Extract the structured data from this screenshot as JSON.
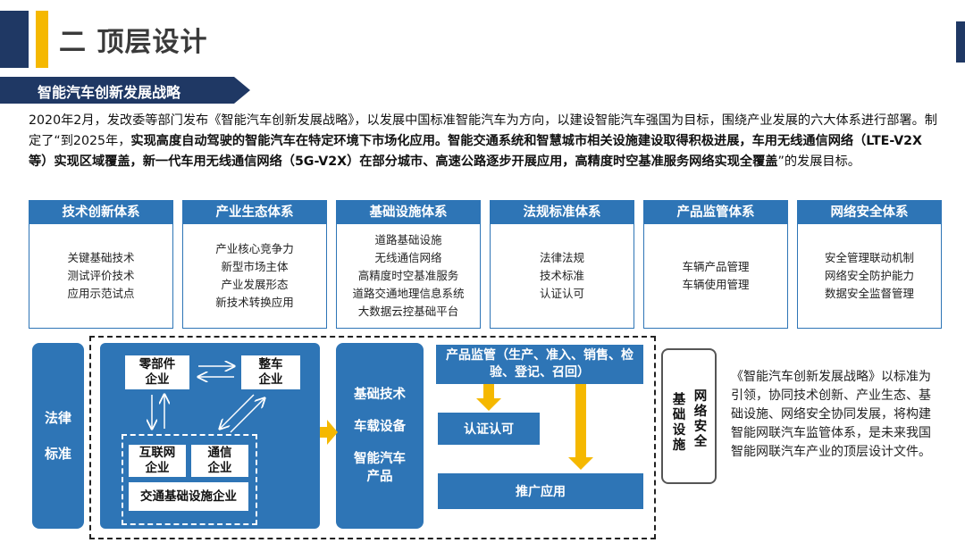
{
  "header": {
    "title": "二 顶层设计"
  },
  "subtitle": "智能汽车创新发展战略",
  "paragraph": {
    "p1": "2020年2月，发改委等部门发布《智能汽车创新发展战略》，以发展中国标准智能汽车为方向，以建设智能汽车强国为目标，围绕产业发展的六大体系进行部署。制定了“到2025年，",
    "bold": "实现高度自动驾驶的智能汽车在特定环境下市场化应用。智能交通系统和智慧城市相关设施建设取得积极进展，车用无线通信网络（LTE-V2X 等）实现区域覆盖，新一代车用无线通信网络（5G-V2X）在部分城市、高速公路逐步开展应用，高精度时空基准服务网络实现全覆盖",
    "p2": "”的发展目标。"
  },
  "categories": [
    {
      "title": "技术创新体系",
      "items": [
        "关键基础技术",
        "测试评价技术",
        "应用示范试点"
      ]
    },
    {
      "title": "产业生态体系",
      "items": [
        "产业核心竞争力",
        "新型市场主体",
        "产业发展形态",
        "新技术转换应用"
      ]
    },
    {
      "title": "基础设施体系",
      "items": [
        "道路基础设施",
        "无线通信网络",
        "高精度时空基准服务",
        "道路交通地理信息系统",
        "大数据云控基础平台"
      ]
    },
    {
      "title": "法规标准体系",
      "items": [
        "法律法规",
        "技术标准",
        "认证认可"
      ]
    },
    {
      "title": "产品监管体系",
      "items": [
        "车辆产品管理",
        "车辆使用管理"
      ]
    },
    {
      "title": "网络安全体系",
      "items": [
        "安全管理联动机制",
        "网络安全防护能力",
        "数据安全监督管理"
      ]
    }
  ],
  "diagram": {
    "law_top": "法律",
    "law_bottom": "标准",
    "parts": "零部件企业",
    "vehicle": "整车企业",
    "internet": "互联网企业",
    "telecom": "通信企业",
    "infra_ent": "交通基础设施企业",
    "tech": [
      "基础技术",
      "车载设备",
      "智能汽车产品"
    ],
    "supervision": "产品监管（生产、准入、销售、检验、登记、召回）",
    "cert": "认证认可",
    "promotion": "推广应用",
    "infra_col": "基础设施",
    "security_col": "网络安全"
  },
  "side_text": "《智能汽车创新发展战略》以标准为引领，协同技术创新、产业生态、基础设施、网络安全协同发展，将构建智能网联汽车监管体系，是未来我国智能网联汽车产业的顶层设计文件。",
  "colors": {
    "navy": "#1f3864",
    "blue": "#2e75b6",
    "gold": "#f5b800"
  }
}
